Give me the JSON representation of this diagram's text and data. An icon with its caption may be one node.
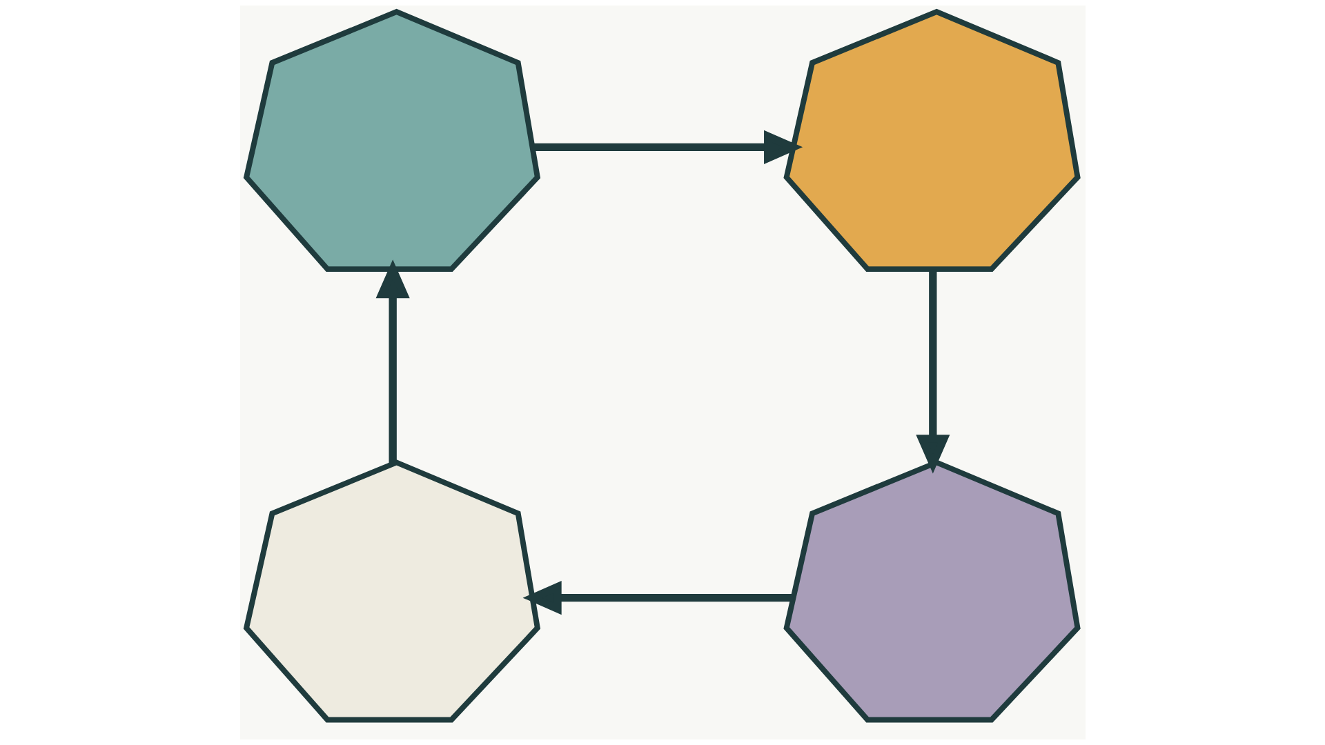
{
  "diagram": {
    "nodes": [
      {
        "text": [],
        "shape": "picture"
      },
      {
        "text": [],
        "shape": "picture"
      },
      {
        "text": [],
        "shape": "picture"
      },
      {
        "text": [],
        "shape": "picture"
      }
    ],
    "edges": [
      {
        "from": 0,
        "to": 1,
        "arrow": "to"
      },
      {
        "from": 1,
        "to": 2,
        "arrow": "to"
      },
      {
        "from": 2,
        "to": 3,
        "arrow": "to"
      },
      {
        "from": 3,
        "to": 0,
        "arrow": "to"
      }
    ]
  }
}
